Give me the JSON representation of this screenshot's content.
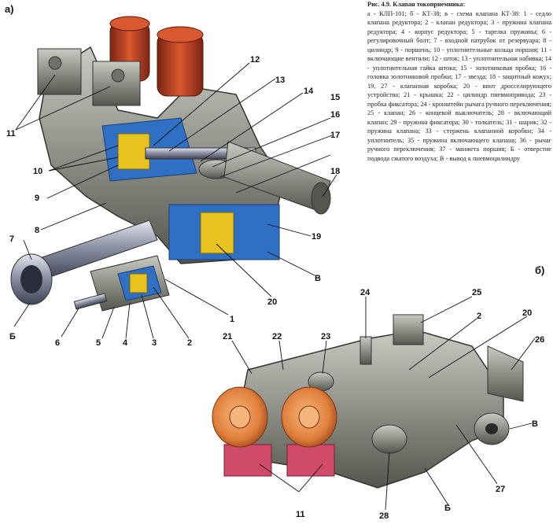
{
  "caption": {
    "title": "Рис. 4.9. Клапан токоприемника:",
    "body": "а - КЛП-101; б - КТ-38; в - схема клапана КТ-38: 1 - седло клапана редуктора; 2 - клапан редуктора; 3 - пружина клапана редуктора; 4 - корпус редуктора; 5 - тарелка пружины; 6 - регулировочный болт; 7 - входной патрубок от резервуара; 8 - цилиндр; 9 - поршень; 10 - уплотнительные кольца поршня; 11 - включающие вентили; 12 - шток; 13 - уплотнительная набивка; 14 - уплотнительная гайка штока; 15 - золотниковая пробка; 16 - головка золотниковой пробки; 17 - звезда; 18 - защитный кожух; 19, 27 - клапанная коробка; 20 - винт дросселирующего устройства; 21 - крышка; 22 - цилиндр пневмопривода; 23 - пробка фиксатора; 24 - кронштейн рычага ручного переключения; 25 - клапан; 26 - концевой выключатель; 28 - включающий клапан; 29 - пружина фиксатора; 30 - толкатель; 31 - шарик; 32 - пружина клапана; 33 - стержень клапанной коробки; 34 - уплотнитель; 35 - пружина включающего клапана; 36 - рычаг ручного переключения; 37 - манжета поршня; Б - отверстие подвода сжатого воздуха; В - вывод к пневмоцилиндру"
  },
  "panels": {
    "a": "а)",
    "b": "б)"
  },
  "labels_a": [
    "11",
    "12",
    "13",
    "14",
    "15",
    "16",
    "17",
    "18",
    "19",
    "10",
    "9",
    "8",
    "7",
    "Б",
    "6",
    "5",
    "4",
    "3",
    "2",
    "1",
    "20",
    "В"
  ],
  "labels_b": [
    "24",
    "25",
    "2",
    "20",
    "26",
    "21",
    "22",
    "23",
    "В",
    "27",
    "Б",
    "11",
    "28"
  ],
  "colors": {
    "metal": "#8e9088",
    "metal_dark": "#55574f",
    "metal_light": "#c9cbc2",
    "coil": "#c2452a",
    "coil_dark": "#7a2414",
    "cut_blue": "#2f6fc4",
    "brass": "#e8c21e",
    "pink": "#d04a6a",
    "orange_cap": "#f0a060"
  }
}
